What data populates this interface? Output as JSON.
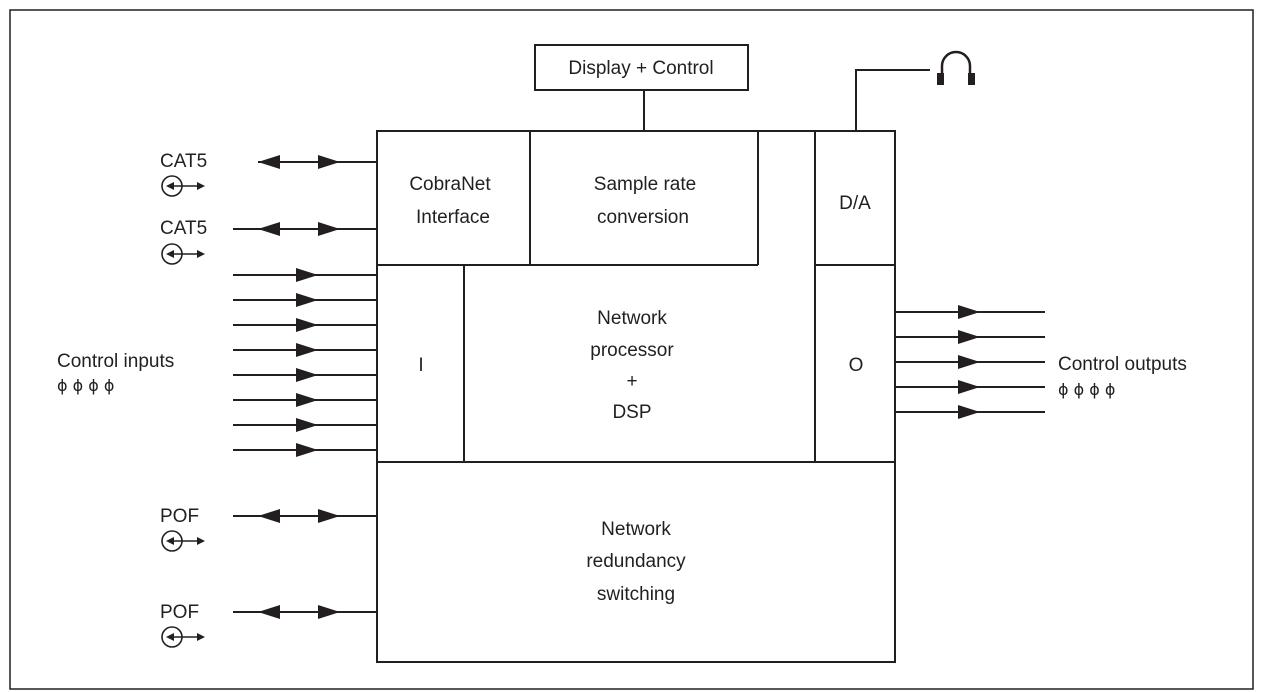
{
  "blocks": {
    "display_control": "Display + Control",
    "cobranet": [
      "CobraNet",
      "Interface"
    ],
    "sample_rate": [
      "Sample rate",
      "conversion"
    ],
    "da": "D/A",
    "input_block": "I",
    "processor": [
      "Network",
      "processor",
      "+",
      "DSP"
    ],
    "output_block": "O",
    "redundancy": [
      "Network",
      "redundancy",
      "switching"
    ]
  },
  "left": {
    "cat5_1": "CAT5",
    "cat5_2": "CAT5",
    "control_inputs": "Control inputs",
    "control_inputs_symbols": "ϕ ϕ ϕ ϕ",
    "pof_1": "POF",
    "pof_2": "POF"
  },
  "right": {
    "control_outputs": "Control outputs",
    "control_outputs_symbols": "ϕ ϕ ϕ ϕ"
  },
  "icons": {
    "headphones": "headphones-icon",
    "connector": "bidirectional-connector-icon"
  }
}
